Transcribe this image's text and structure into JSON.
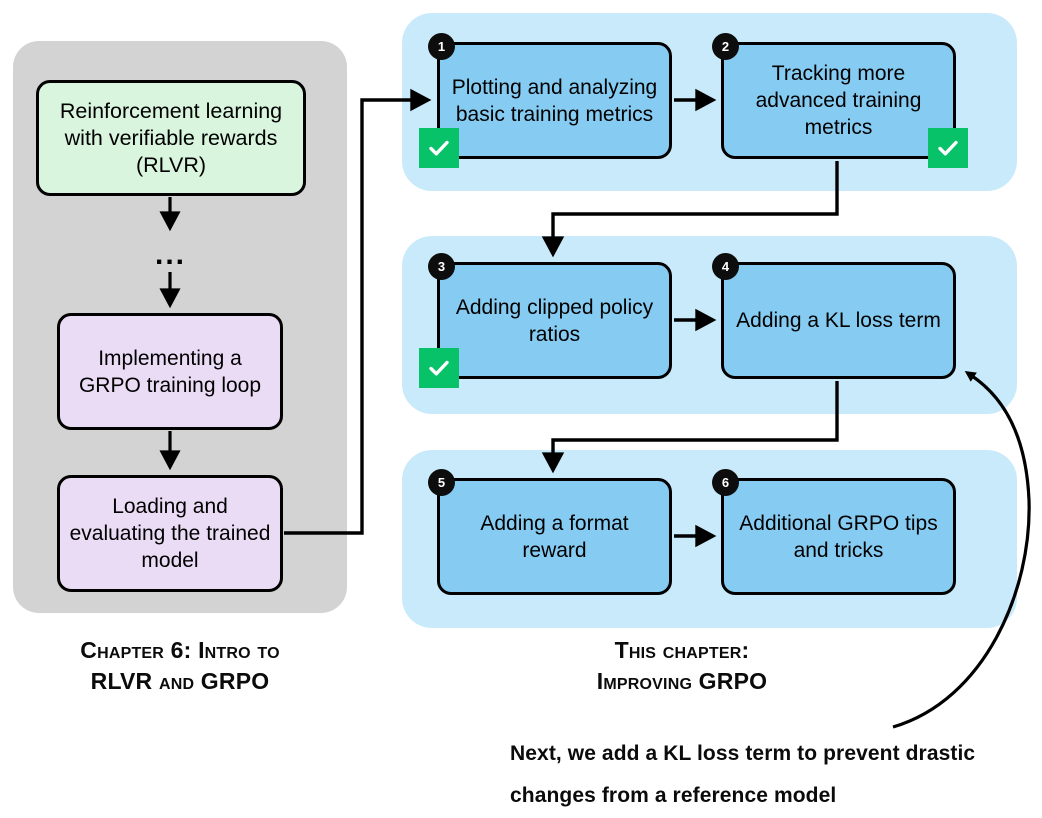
{
  "diagram": {
    "title": "GRPO chapter roadmap flowchart",
    "colors": {
      "panel_gray": "#d3d3d3",
      "panel_blue": "#c9eafb",
      "node_green": "#d9f5de",
      "node_purple": "#ebdcf6",
      "node_blue": "#86ccf2",
      "badge_green": "#07c268",
      "badge_black": "#0d0d0d",
      "stroke": "#000000"
    }
  },
  "left_panel": {
    "caption_line1": "Chapter 6: Intro to",
    "caption_line2": "RLVR and GRPO",
    "ellipsis": "...",
    "nodes": [
      {
        "id": "rlvr",
        "label": "Reinforcement learning with verifiable rewards (RLVR)",
        "style": "green"
      },
      {
        "id": "grpo-loop",
        "label": "Implementing a GRPO training loop",
        "style": "purple"
      },
      {
        "id": "load-eval",
        "label": "Loading and evaluating the trained model",
        "style": "purple"
      }
    ]
  },
  "right_panel": {
    "caption_line1": "This chapter:",
    "caption_line2": "Improving GRPO",
    "rows": [
      {
        "row": 1,
        "steps": [
          {
            "number": "1",
            "label": "Plotting and analyzing basic training metrics",
            "done": true,
            "badge_side": "left"
          },
          {
            "number": "2",
            "label": "Tracking more advanced training metrics",
            "done": true,
            "badge_side": "right"
          }
        ]
      },
      {
        "row": 2,
        "steps": [
          {
            "number": "3",
            "label": "Adding clipped policy ratios",
            "done": true,
            "badge_side": "left"
          },
          {
            "number": "4",
            "label": "Adding a KL loss term",
            "done": false,
            "badge_side": "none"
          }
        ]
      },
      {
        "row": 3,
        "steps": [
          {
            "number": "5",
            "label": "Adding a format reward",
            "done": false,
            "badge_side": "none"
          },
          {
            "number": "6",
            "label": "Additional GRPO tips and tricks",
            "done": false,
            "badge_side": "none"
          }
        ]
      }
    ]
  },
  "annotation": {
    "line1": "Next, we add a KL loss term to prevent drastic",
    "line2": "changes from a reference model",
    "points_to_step": "4"
  }
}
